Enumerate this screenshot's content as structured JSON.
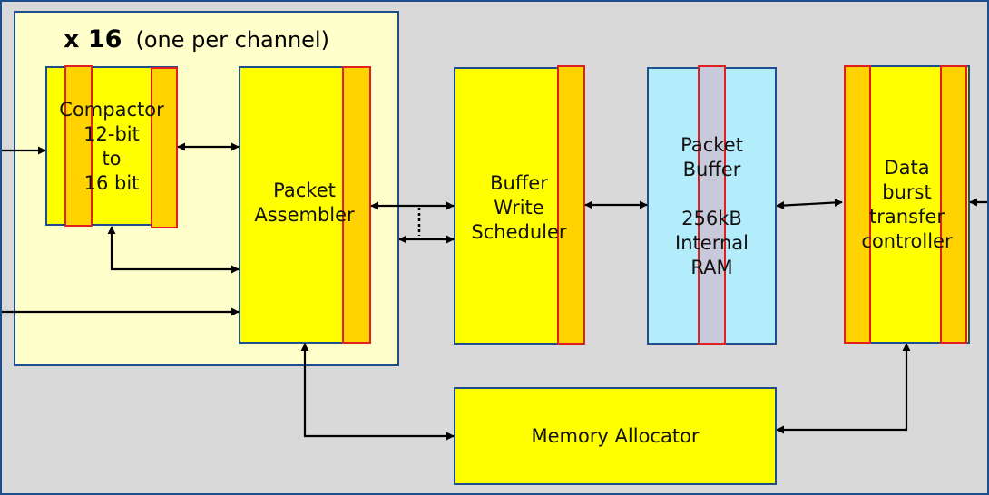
{
  "group": {
    "multiplier": "x 16",
    "note": "(one per channel)"
  },
  "blocks": {
    "compactor": "Compactor\n12-bit\nto\n16 bit",
    "packet_assembler": "Packet\nAssembler",
    "buffer_write_scheduler": "Buffer\nWrite\nScheduler",
    "packet_buffer": "Packet\nBuffer\n\n256kB\nInternal\nRAM",
    "data_burst_controller": "Data\nburst\ntransfer\ncontroller",
    "memory_allocator": "Memory Allocator"
  },
  "colors": {
    "block_fill": "#ffff00",
    "group_fill": "#ffffcc",
    "ram_fill": "#b3ecfb",
    "port_fill": "#ffd200",
    "port_outline": "#e02020",
    "block_outline": "#1f4e8c",
    "background": "#d9d9d9"
  }
}
